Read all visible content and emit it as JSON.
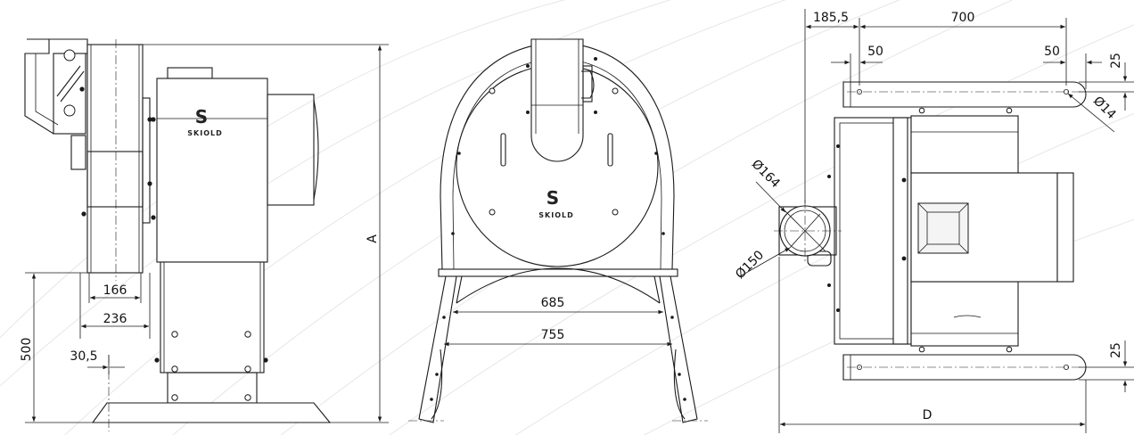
{
  "brand": {
    "logo_letter": "S",
    "name": "SKIOLD"
  },
  "side_view": {
    "dim_166": "166",
    "dim_236": "236",
    "dim_30_5": "30,5",
    "dim_500": "500",
    "dim_A": "A"
  },
  "front_view": {
    "dim_685": "685",
    "dim_755": "755"
  },
  "top_view": {
    "dim_185_5": "185,5",
    "dim_700": "700",
    "dim_50_left": "50",
    "dim_50_right": "50",
    "dim_25_top": "25",
    "dim_d14": "Ø14",
    "dim_d164": "Ø164",
    "dim_d150": "Ø150",
    "dim_25_bottom": "25",
    "dim_D": "D"
  }
}
